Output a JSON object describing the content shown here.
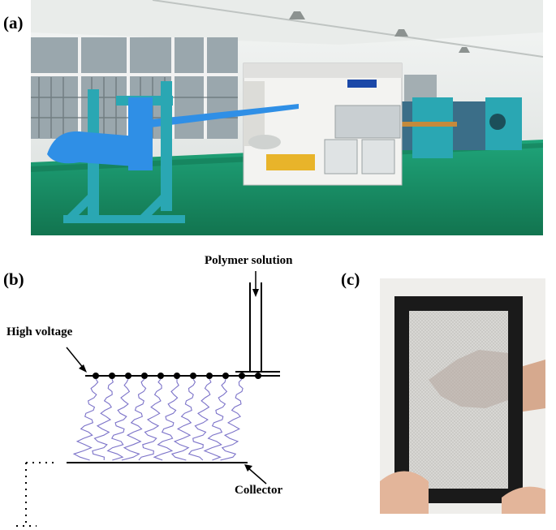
{
  "panels": {
    "a": {
      "label": "(a)"
    },
    "b": {
      "label": "(b)",
      "labels": {
        "polymer_solution": "Polymer solution",
        "high_voltage": "High voltage",
        "collector": "Collector"
      }
    },
    "c": {
      "label": "(c)"
    }
  },
  "colors": {
    "machine_teal": "#2aa7b3",
    "floor_green": "#1f9a73",
    "fabric_blue": "#2f8fe6",
    "fiber_purple": "#7c73c9",
    "frame_black": "#1a1a1a"
  }
}
